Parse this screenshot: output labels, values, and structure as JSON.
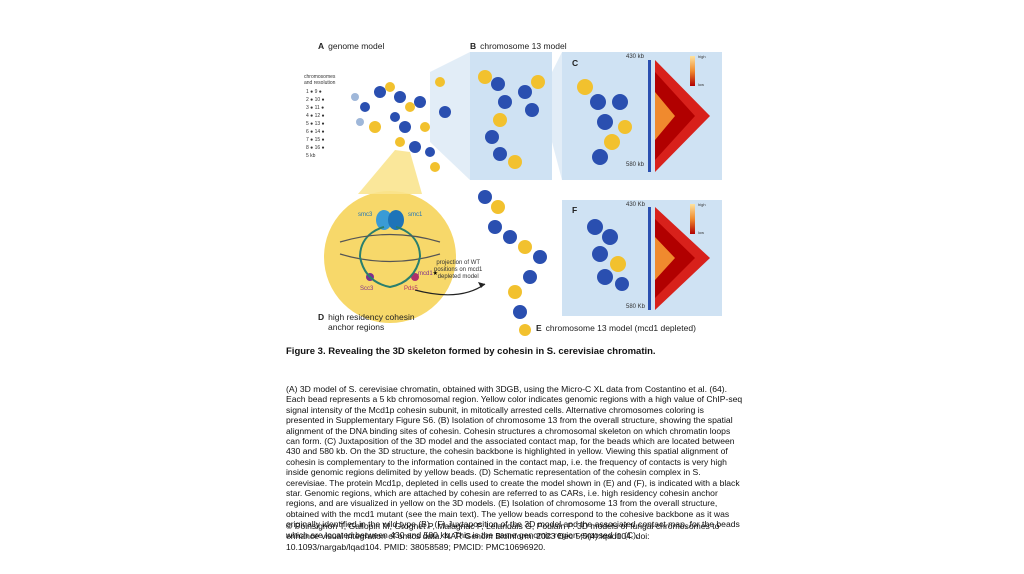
{
  "panels": {
    "a_label": "A",
    "a_title": "genome model",
    "b_label": "B",
    "b_title": "chromosome 13 model",
    "c_label": "C",
    "c_top_kb": "430 kb",
    "c_bottom_kb": "580 kb",
    "d_label": "D",
    "d_title_line1": "high residency cohesin",
    "d_title_line2": "anchor regions",
    "e_label": "E",
    "e_title": "chromosome 13 model (mcd1 depleted)",
    "f_label": "F",
    "f_top_kb": "430 Kb",
    "f_bottom_kb": "580 Kb",
    "legend_title_line1": "chromosomes",
    "legend_title_line2": "and resolution",
    "legend_items": [
      "1",
      "9",
      "2",
      "10",
      "3",
      "11",
      "4",
      "12",
      "5",
      "13",
      "6",
      "14",
      "7",
      "15",
      "8",
      "16"
    ],
    "legend_resolution": "5 kb",
    "protein_smc3": "smc3",
    "protein_smc1": "smc1",
    "protein_scc3": "Scc3",
    "protein_pds5": "Pds5",
    "protein_mcd1": "mcd1",
    "mcd1_star": "★",
    "projection_line1": "projection of WT",
    "projection_line2": "positions on mcd1",
    "projection_line3": "depleted model",
    "colorbar_high": "high",
    "colorbar_low": "low"
  },
  "caption": {
    "title": "Figure 3. Revealing the 3D skeleton formed by cohesin in S. cerevisiae chromatin.",
    "body": "(A) 3D model of S. cerevisiae chromatin, obtained with 3DGB, using the Micro-C XL data from Costantino et al. (64). Each bead represents a 5 kb chromosomal region. Yellow color indicates genomic regions with a high value of ChIP-seq signal intensity of the Mcd1p cohesin subunit, in mitotically arrested cells. Alternative chromosomes coloring is presented in Supplementary Figure S6. (B) Isolation of chromosome 13 from the overall structure, showing the spatial alignment of the DNA binding sites of cohesin. Cohesin structures a chromosomal skeleton on which chromatin loops can form. (C) Juxtaposition of the 3D model and the associated contact map, for the beads which are located between 430 and 580 kb. On the 3D structure, the cohesin backbone is highlighted in yellow. Viewing this spatial alignment of cohesin is complementary to the information contained in the contact map, i.e. the frequency of contacts is very high inside genomic regions delimited by yellow beads. (D) Schematic representation of the cohesin complex in S. cerevisiae. The protein Mcd1p, depleted in cells used to create the model shown in (E) and (F), is indicated with a black star. Genomic regions, which are attached by cohesin are referred to as CARs, i.e. high residency cohesin anchor regions, and are visualized in yellow on the 3D models. (E) Isolation of chromosome 13 from the overall structure, obtained with the mcd1 mutant (see the main text). The yellow beads correspond to the cohesive backbone as it was originally identified in the wild type (B). (F) Juxtaposition of the 3D model and the associated contact map, for the beads which are located between 430 and 580 kb. This is the same genomic region exposed in (C).",
    "citation": "© Poinsignon T, Gallopin M, Grognet P, Malagnac F, Lelandais G, Poulain P. 3D models of fungal chromosomes to enhance visual integration of omics data. NAR Genom Bioinform. 2023 Dec 5;5(4):lqad104. doi: 10.1093/nargab/lqad104. PMID: 38058589; PMCID: PMC10696920."
  },
  "colors": {
    "blue_bead": "#2a4fb0",
    "yellow_bead": "#f2c12e",
    "panel_bg": "#cfe2f3",
    "cohesin_yellow": "#f7d86a",
    "heatmap_dark": "#b10000",
    "heatmap_light": "#fde3a0"
  }
}
